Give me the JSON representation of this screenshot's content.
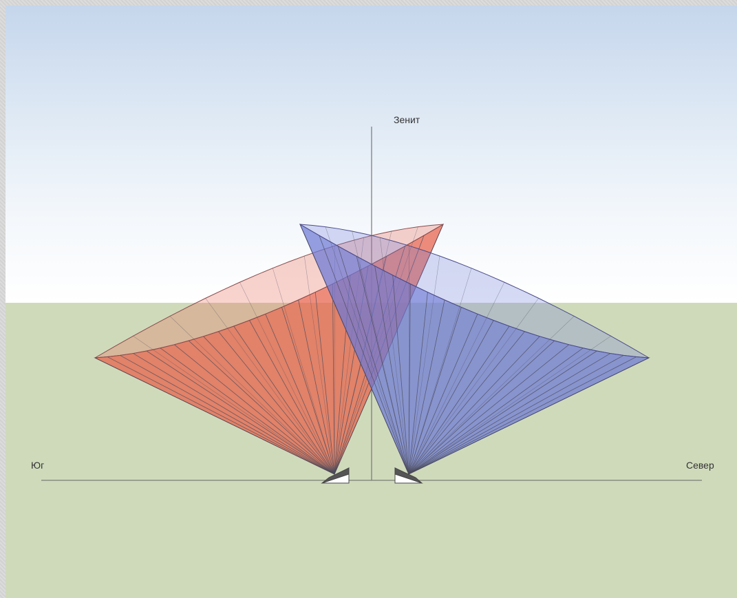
{
  "labels": {
    "zenith": "Зенит",
    "south": "Юг",
    "north": "Север"
  },
  "colors": {
    "sky_top": "#c5d6ec",
    "sky_bottom": "#ffffff",
    "ground": "#cfdabb",
    "red_cone": "#e8604a",
    "blue_cone": "#6c79d6",
    "axis_line": "#666666"
  }
}
